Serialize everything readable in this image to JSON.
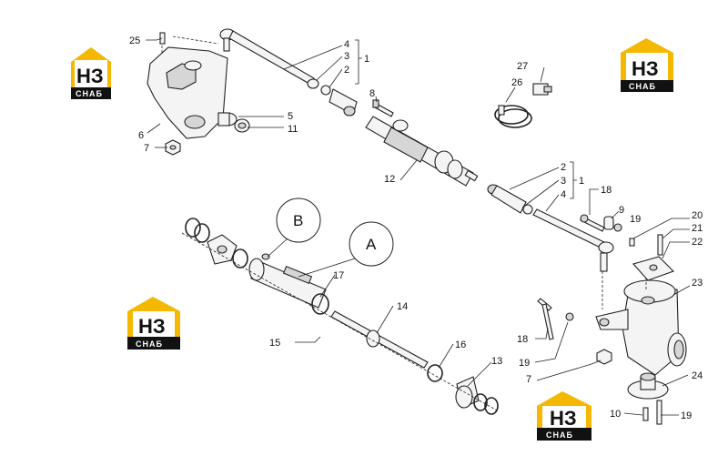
{
  "diagram": {
    "logo": {
      "mark": "НЗ",
      "banner": "СНАБ",
      "accent": "#f5b800"
    },
    "callout_labels": {
      "c1a": "1",
      "c1b": "1",
      "c2a": "2",
      "c2b": "2",
      "c3a": "3",
      "c3b": "3",
      "c4a": "4",
      "c4b": "4",
      "c5": "5",
      "c6": "6",
      "c7a": "7",
      "c7b": "7",
      "c8": "8",
      "c9": "9",
      "c10": "10",
      "c11": "11",
      "c12": "12",
      "c13": "13",
      "c14": "14",
      "c15": "15",
      "c16": "16",
      "c17": "17",
      "c18a": "18",
      "c18b": "18",
      "c19a": "19",
      "c19b": "19",
      "c19c": "19",
      "c20": "20",
      "c21": "21",
      "c22": "22",
      "c23": "23",
      "c24": "24",
      "c25": "25",
      "c26": "26",
      "c27": "27"
    },
    "detail_labels": {
      "a": "A",
      "b": "B"
    }
  }
}
